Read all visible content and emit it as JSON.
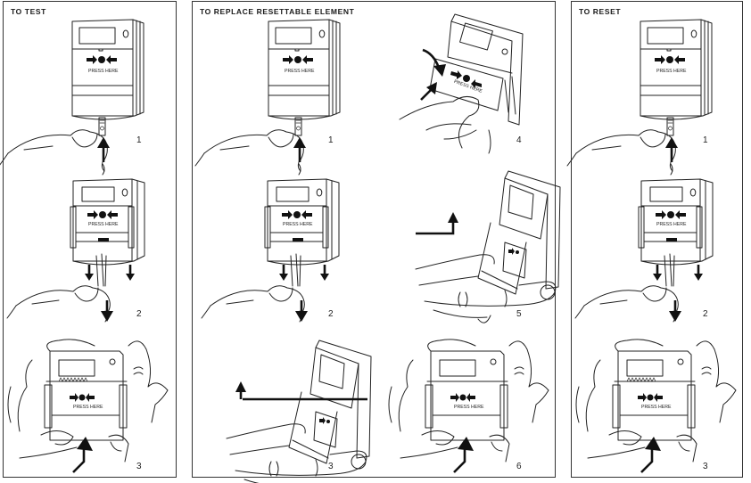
{
  "panels": [
    {
      "title": "TO TEST",
      "steps": [
        {
          "number": "1",
          "device_label": "PRESS HERE"
        },
        {
          "number": "2",
          "device_label": "PRESS HERE"
        },
        {
          "number": "3",
          "device_label": "PRESS HERE"
        }
      ]
    },
    {
      "title": "TO REPLACE RESETTABLE ELEMENT",
      "steps": [
        {
          "number": "1",
          "device_label": "PRESS HERE"
        },
        {
          "number": "2",
          "device_label": "PRESS HERE"
        },
        {
          "number": "3",
          "device_label": ""
        },
        {
          "number": "4",
          "device_label": "PRESS HERE"
        },
        {
          "number": "5",
          "device_label": ""
        },
        {
          "number": "6",
          "device_label": "PRESS HERE"
        }
      ]
    },
    {
      "title": "TO RESET",
      "steps": [
        {
          "number": "1",
          "device_label": "PRESS HERE"
        },
        {
          "number": "2",
          "device_label": "PRESS HERE"
        },
        {
          "number": "3",
          "device_label": "PRESS HERE"
        }
      ]
    }
  ]
}
